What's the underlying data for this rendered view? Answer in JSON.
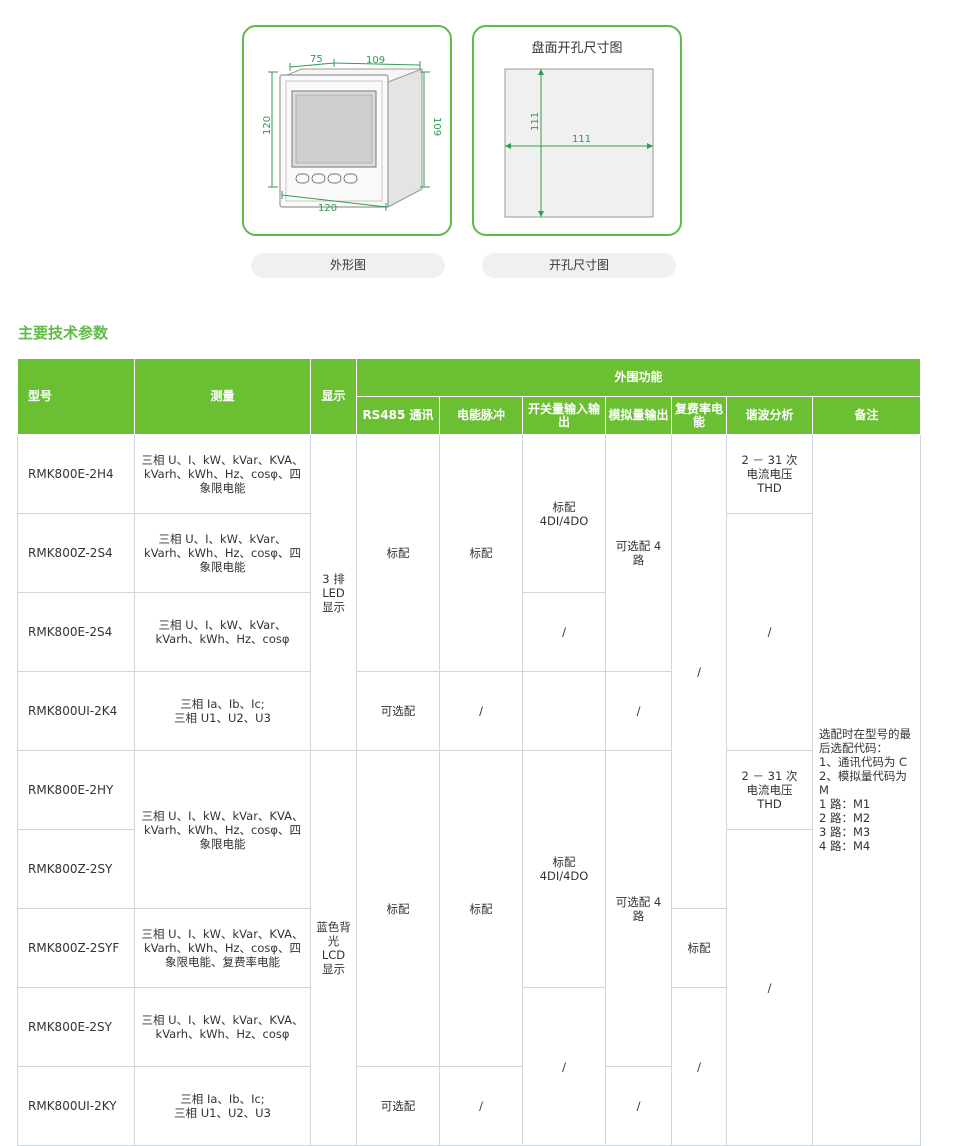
{
  "figures": {
    "outline": {
      "caption": "外形图",
      "dims": {
        "width_front": "120",
        "height_front": "120",
        "depth_top": "109",
        "height_side": "109",
        "top_small": "75"
      }
    },
    "cutout": {
      "title": "盘面开孔尺寸图",
      "caption": "开孔尺寸图",
      "dims": {
        "height": "111",
        "width": "111"
      }
    }
  },
  "section_title": "主要技术参数",
  "table": {
    "headers": {
      "model": "型号",
      "measure": "测量",
      "display": "显示",
      "peripheral": "外围功能",
      "rs485": "RS485 通讯",
      "pulse": "电能脉冲",
      "switch_io": "开关量输入输出",
      "analog_out": "模拟量输出",
      "tariff": "复费率电能",
      "harmonic": "谐波分析",
      "remarks": "备注"
    },
    "models": [
      "RMK800E-2H4",
      "RMK800Z-2S4",
      "RMK800E-2S4",
      "RMK800UI-2K4",
      "RMK800E-2HY",
      "RMK800Z-2SY",
      "RMK800Z-2SYF",
      "RMK800E-2SY",
      "RMK800UI-2KY"
    ],
    "measure": {
      "m1": "三相 U、I、kW、kVar、KVA、kVarh、kWh、Hz、cosφ、四象限电能",
      "m2": "三相 U、I、kW、kVar、kVarh、kWh、Hz、cosφ、四象限电能",
      "m3": "三相 U、I、kW、kVar、kVarh、kWh、Hz、cosφ",
      "m4": "三相 Ia、Ib、Ic;\n三相 U1、U2、U3",
      "m5": "三相 U、I、kW、kVar、KVA、kVarh、kWh、Hz、cosφ、四象限电能",
      "m6": "三相 U、I、kW、kVar、KVA、 kVarh、kWh、Hz、cosφ、四象限电能、复费率电能",
      "m7": "三相 U、I、kW、kVar、KVA、kVarh、kWh、Hz、cosφ",
      "m8": "三相 Ia、Ib、Ic;\n三相 U1、U2、U3"
    },
    "display": {
      "led": "3 排 LED 显示",
      "lcd": "蓝色背光 LCD 显示"
    },
    "values": {
      "standard": "标配",
      "optional": "可选配",
      "none": "/",
      "di_do": "标配\n4DI/4DO",
      "analog_opt": "可选配 4 路",
      "thd": "2 － 31 次\n电流电压\nTHD"
    },
    "remarks": "选配时在型号的最后选配代码：\n1、通讯代码为 C\n2、模拟量代码为 M\n1 路：M1\n2 路：M2\n3 路：M3\n4 路：M4"
  },
  "colors": {
    "accent": "#6bbf32",
    "card_border": "#5dbb46",
    "dim_line": "#2e9e4f",
    "caption_bg": "#f0f0f0"
  }
}
